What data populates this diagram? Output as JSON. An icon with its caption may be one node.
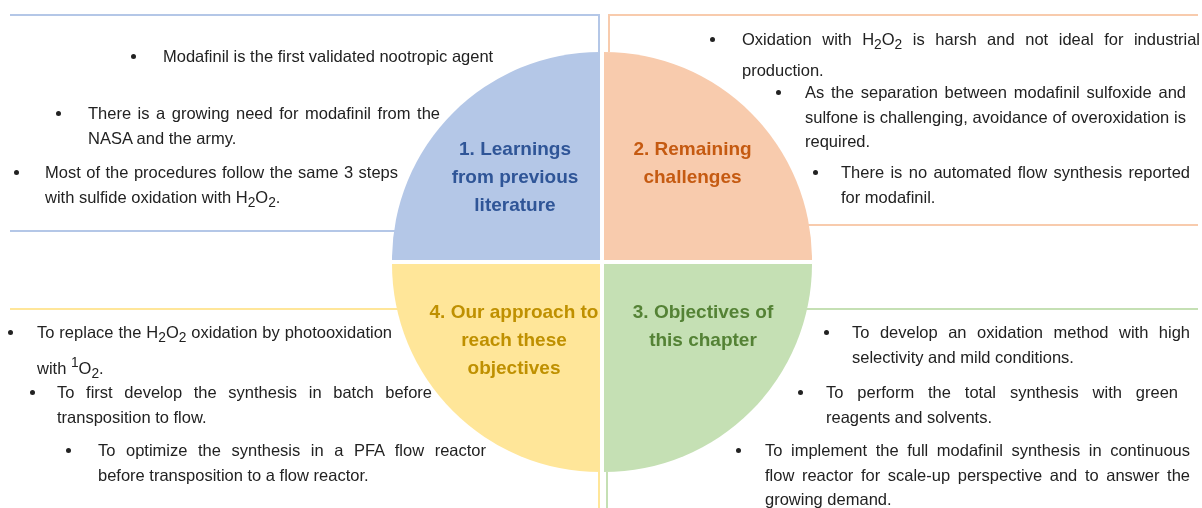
{
  "diagram": {
    "nodes": [
      {
        "text": [
          "Modafinil is the first validated nootropic agent",
          "There is a growing need for modafinil from the NASA and the army.",
          "Most of the procedures follow the same 3 steps with sulfide oxidation with H$_{2}$O$_{2}$."
        ]
      },
      {
        "text": [
          "1. Learnings from previous literature"
        ]
      },
      {
        "text": [
          "2. Remaining challenges"
        ]
      },
      {
        "text": [
          "Oxidation with H$_{2}$O$_{2}$ is harsh and not ideal for industrial production.",
          "As the separation between modafinil sulfoxide and sulfone is challenging, avoidance of overoxidation is required.",
          "There is no automated flow synthesis reported for modafinil."
        ]
      },
      {
        "text": [
          "To replace the H$_{2}$O$_{2}$ oxidation by photooxidation with $^{1}$O$_{2}$.",
          "To first develop the synthesis in batch before transposition to flow.",
          "To optimize the synthesis in a PFA flow reactor before transposition to a flow reactor."
        ]
      },
      {
        "text": [
          "4. Our approach to reach these objectives"
        ]
      },
      {
        "text": [
          "3. Objectives of this chapter"
        ]
      },
      {
        "text": [
          "To develop an oxidation method with high selectivity and mild conditions.",
          "To perform the total synthesis with green reagents and solvents.",
          "To implement the full modafinil synthesis in continuous flow reactor for scale-up perspective and to answer the growing demand."
        ]
      }
    ]
  }
}
